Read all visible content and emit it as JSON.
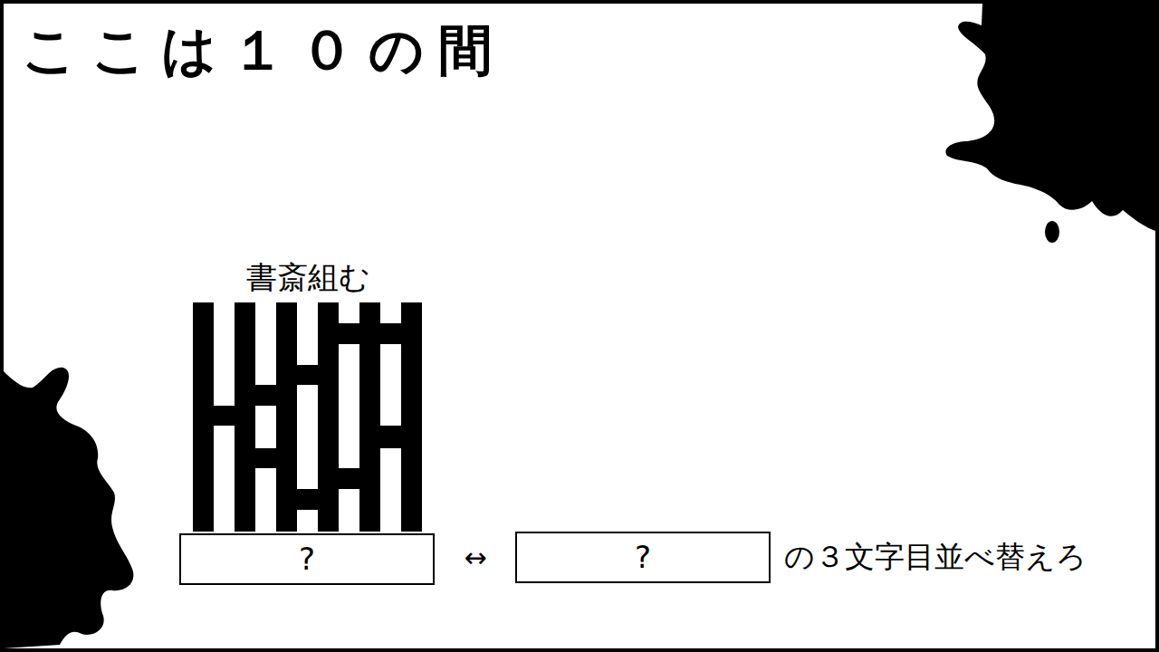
{
  "diagram": {
    "title": "ここは１０の間",
    "nodes": [
      {
        "text": [
          "?"
        ]
      },
      {
        "text": [
          "?"
        ]
      }
    ],
    "labels": [
      "書斎組む",
      "↔",
      "の３文字目並べ替えろ"
    ]
  }
}
